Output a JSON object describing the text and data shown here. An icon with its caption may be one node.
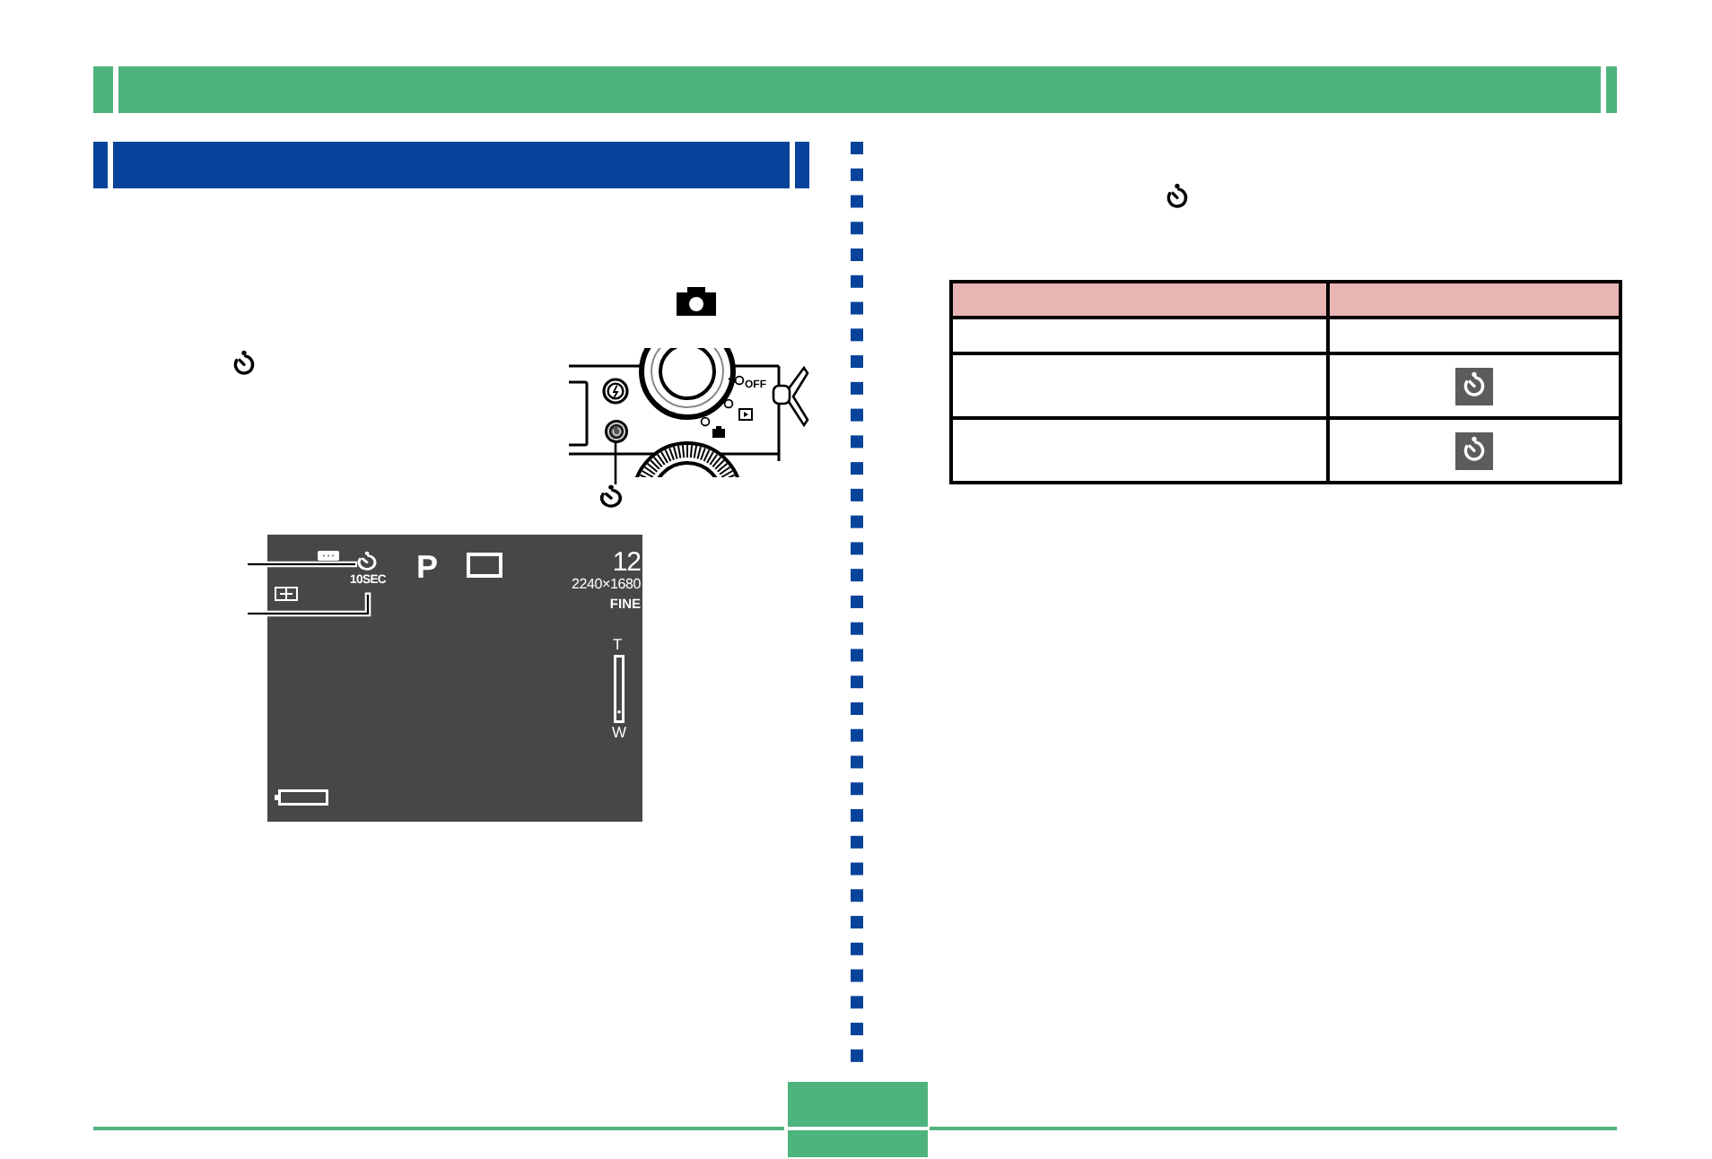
{
  "diagram": {
    "nodes": [
      {
        "text": [],
        "shape": "circle"
      },
      {
        "text": [],
        "shape": "picture"
      },
      {
        "text": [],
        "shape": "picture"
      },
      {
        "text": [
          "10SEC"
        ]
      }
    ],
    "edges": [
      {
        "from": 1,
        "to": 0,
        "arrow": "none"
      },
      {
        "from": null,
        "to": 2,
        "arrow": "none"
      },
      {
        "from": null,
        "to": 3,
        "arrow": "none"
      }
    ],
    "labels": [
      "OFF",
      "P",
      "12",
      "2240×1680",
      "FINE",
      "T",
      "W"
    ]
  }
}
